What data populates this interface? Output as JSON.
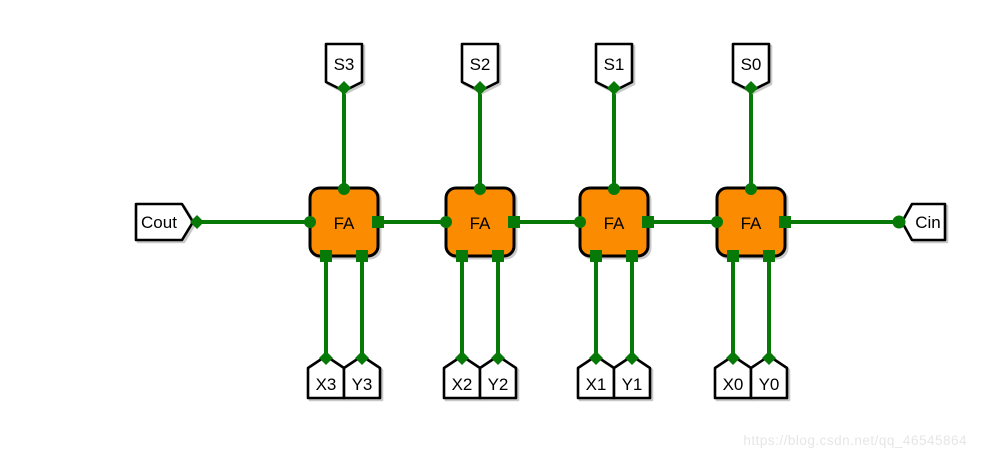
{
  "diagram": {
    "full_adders": [
      {
        "label": "FA"
      },
      {
        "label": "FA"
      },
      {
        "label": "FA"
      },
      {
        "label": "FA"
      }
    ],
    "sum_outputs": [
      {
        "label": "S3"
      },
      {
        "label": "S2"
      },
      {
        "label": "S1"
      },
      {
        "label": "S0"
      }
    ],
    "operand_inputs": [
      {
        "x_label": "X3",
        "y_label": "Y3"
      },
      {
        "x_label": "X2",
        "y_label": "Y2"
      },
      {
        "x_label": "X1",
        "y_label": "Y1"
      },
      {
        "x_label": "X0",
        "y_label": "Y0"
      }
    ],
    "carry_out": {
      "label": "Cout"
    },
    "carry_in": {
      "label": "Cin"
    }
  },
  "watermark": {
    "text": "https://blog.csdn.net/qq_46545864"
  },
  "colors": {
    "wire_green": "#077907",
    "block_orange": "#FB8B00",
    "outline_black": "#000000",
    "pin_fill_white": "#FFFFFF",
    "shadow_gray": "#C9C9C9",
    "watermark_gray": "#E6E6E6",
    "background_white": "#FFFFFF"
  }
}
